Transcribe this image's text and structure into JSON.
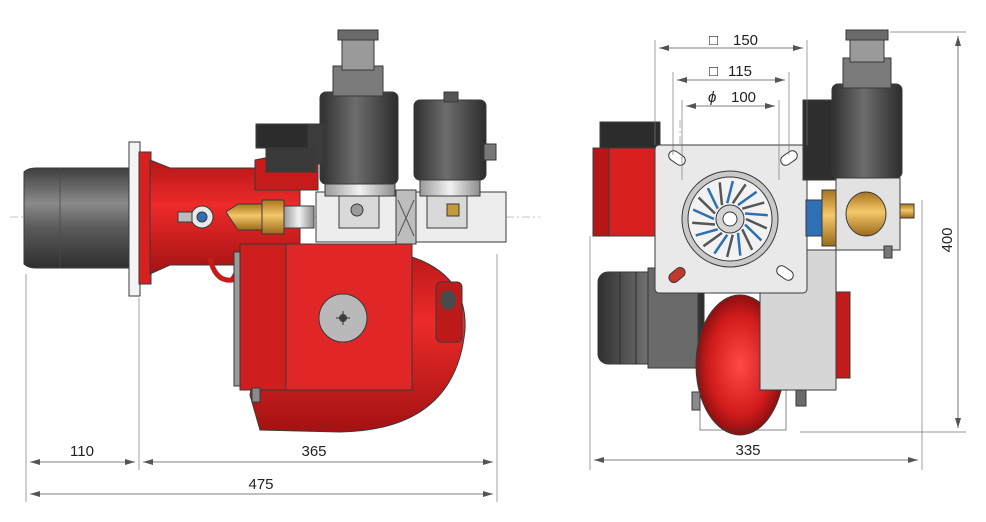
{
  "figure": "Dual-stage gas burner – dimensional drawing",
  "side_view": {
    "dimensions": {
      "flange_to_front": "110",
      "body_length": "365",
      "overall_length": "475"
    }
  },
  "front_view": {
    "dimensions": {
      "flange_square_outer": "150",
      "bolt_square": "115",
      "blast_tube_diameter": "100",
      "width": "335",
      "height": "400"
    },
    "symbols": {
      "square": "□",
      "diameter": "ϕ"
    }
  },
  "colors": {
    "body_red": "#d41f1f",
    "dark_red": "#9e1212",
    "coil_grey": "#4b4b4b",
    "tube_grey": "#5a5a5a",
    "plate_grey": "#e4e4e4",
    "brass": "#d9a441"
  }
}
